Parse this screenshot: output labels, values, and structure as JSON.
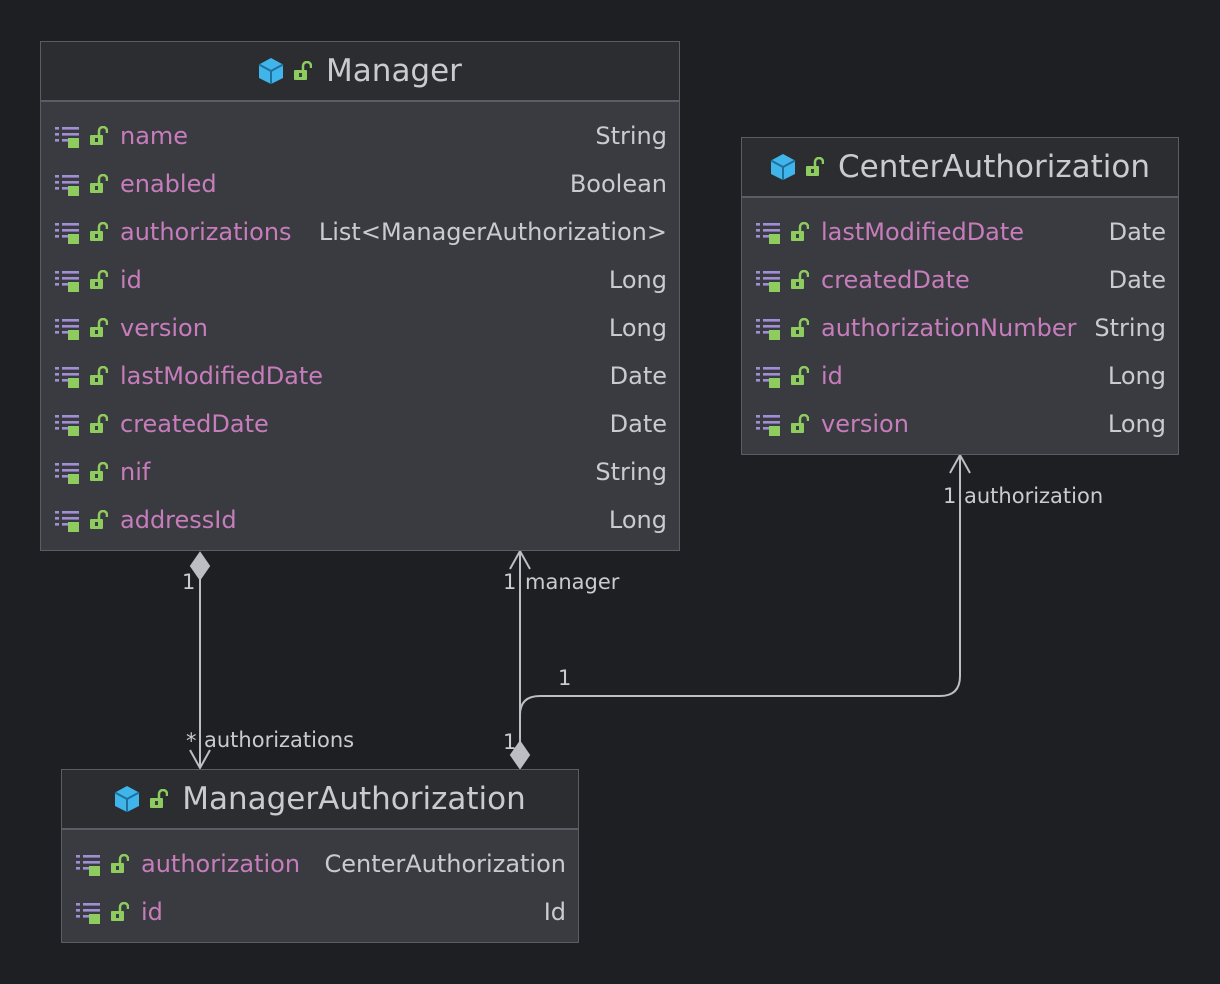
{
  "classes": {
    "manager": {
      "name": "Manager",
      "fields": [
        {
          "name": "name",
          "type": "String"
        },
        {
          "name": "enabled",
          "type": "Boolean"
        },
        {
          "name": "authorizations",
          "type": "List<ManagerAuthorization>"
        },
        {
          "name": "id",
          "type": "Long"
        },
        {
          "name": "version",
          "type": "Long"
        },
        {
          "name": "lastModifiedDate",
          "type": "Date"
        },
        {
          "name": "createdDate",
          "type": "Date"
        },
        {
          "name": "nif",
          "type": "String"
        },
        {
          "name": "addressId",
          "type": "Long"
        }
      ]
    },
    "center_authorization": {
      "name": "CenterAuthorization",
      "fields": [
        {
          "name": "lastModifiedDate",
          "type": "Date"
        },
        {
          "name": "createdDate",
          "type": "Date"
        },
        {
          "name": "authorizationNumber",
          "type": "String"
        },
        {
          "name": "id",
          "type": "Long"
        },
        {
          "name": "version",
          "type": "Long"
        }
      ]
    },
    "manager_authorization": {
      "name": "ManagerAuthorization",
      "fields": [
        {
          "name": "authorization",
          "type": "CenterAuthorization"
        },
        {
          "name": "id",
          "type": "Id"
        }
      ]
    }
  },
  "relations": {
    "manager_authorizations": {
      "source_mult": "1",
      "target_mult": "*",
      "role": "authorizations"
    },
    "managerauth_manager": {
      "source_mult": "1",
      "target_mult": "1",
      "role": "manager"
    },
    "managerauth_center": {
      "source_mult": "1",
      "target_mult": "1",
      "role": "authorization"
    }
  },
  "colors": {
    "background": "#1e1f22",
    "box": "#393b40",
    "header": "#2b2d30",
    "border": "#5a5d63",
    "field_name": "#c77dbb",
    "text": "#c9cbcf",
    "class_icon": "#3fb5ec",
    "lock_icon": "#8fcc60",
    "field_icon": "#a18fd6",
    "line": "#bcbec4"
  },
  "icons": {
    "class": "class-cube-icon",
    "visibility": "lock-open-icon",
    "field": "field-list-icon"
  }
}
